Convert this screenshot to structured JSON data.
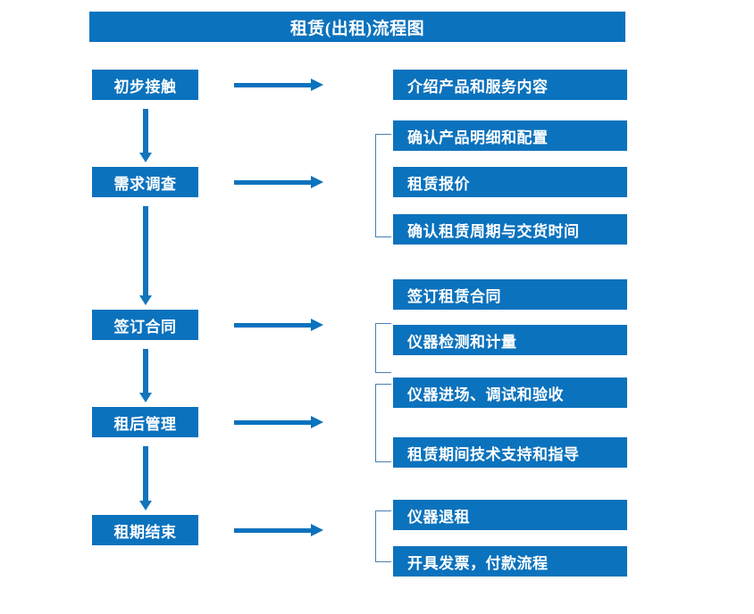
{
  "diagram": {
    "title": "租赁(出租)流程图",
    "accent_color": "#0b72bd",
    "bracket_color": "#4a7fb5",
    "background_color": "#ffffff",
    "text_color": "#ffffff"
  },
  "stages": [
    {
      "label": "初步接触"
    },
    {
      "label": "需求调查"
    },
    {
      "label": "签订合同"
    },
    {
      "label": "租后管理"
    },
    {
      "label": "租期结束"
    }
  ],
  "details": [
    {
      "label": "介绍产品和服务内容"
    },
    {
      "label": "确认产品明细和配置"
    },
    {
      "label": "租赁报价"
    },
    {
      "label": "确认租赁周期与交货时间"
    },
    {
      "label": "签订租赁合同"
    },
    {
      "label": "仪器检测和计量"
    },
    {
      "label": "仪器进场、调试和验收"
    },
    {
      "label": "租赁期间技术支持和指导"
    },
    {
      "label": "仪器退租"
    },
    {
      "label": "开具发票，付款流程"
    }
  ],
  "connectors": {
    "horizontal_arrow_count": 5,
    "vertical_arrow_count": 4,
    "bracket_count": 4
  }
}
